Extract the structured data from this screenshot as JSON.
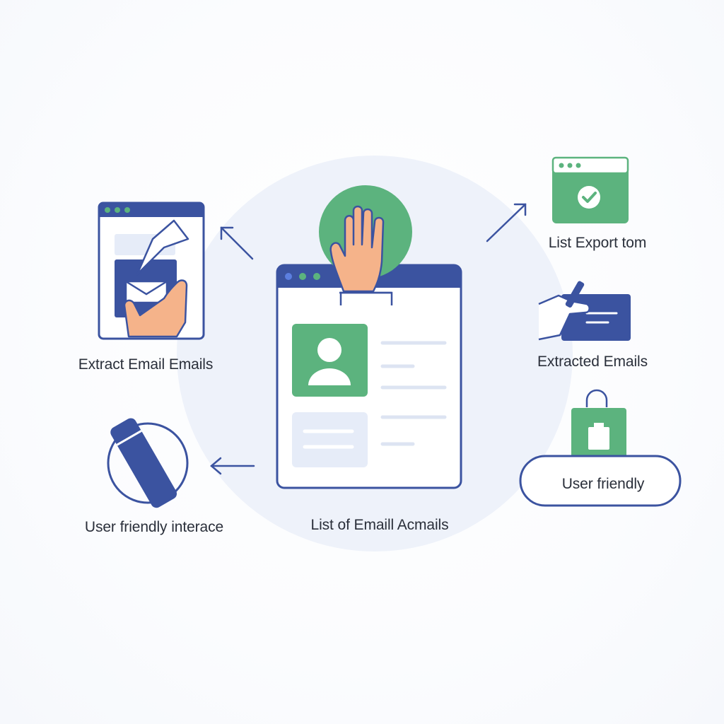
{
  "labels": {
    "extract_email": "Extract Email Emails",
    "left_bottom": "User friendly interace",
    "center": "List of Emaill Acmails",
    "export": "List Export tom",
    "extracted": "Extracted Emails",
    "user_friendly": "User friendly"
  },
  "colors": {
    "navy": "#3b53a0",
    "green": "#5cb37e",
    "light_green": "#e8f5ec",
    "skin": "#f5b38a",
    "pale_blue": "#e6ecf8",
    "circle_bg": "#eef2fa"
  },
  "icons": [
    "browser-window-icon",
    "paper-plane-icon",
    "hand-icon",
    "envelope-icon",
    "no-sign-icon",
    "check-icon",
    "pen-icon",
    "shopping-bag-icon",
    "user-avatar-icon",
    "arrow-icon"
  ]
}
